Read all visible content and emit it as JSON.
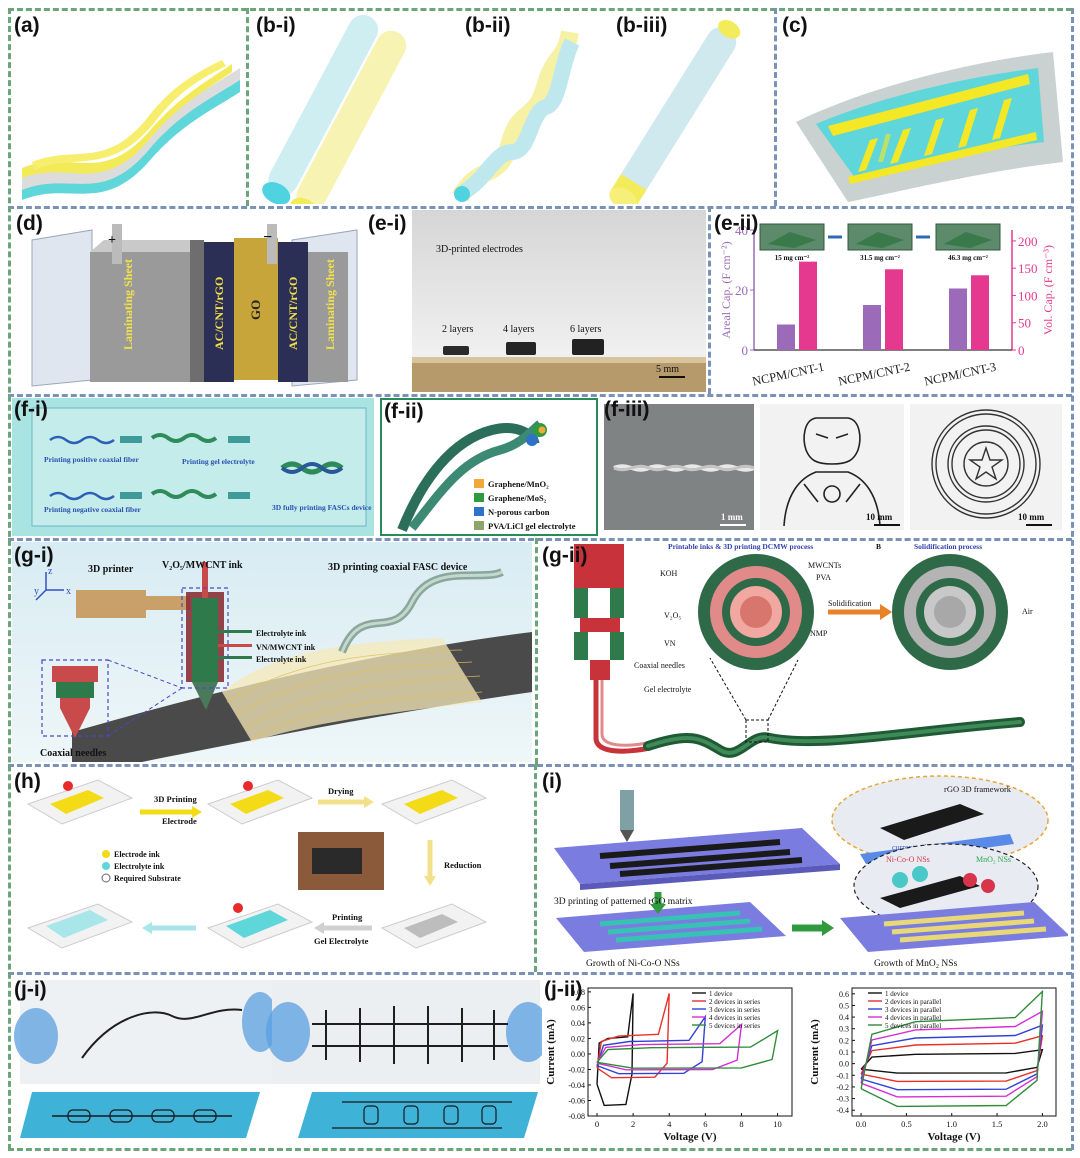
{
  "labels": {
    "a": "(a)",
    "b_i": "(b-i)",
    "b_ii": "(b-ii)",
    "b_iii": "(b-iii)",
    "c": "(c)",
    "d": "(d)",
    "e_i": "(e-i)",
    "e_ii": "(e-ii)",
    "f_i": "(f-i)",
    "f_ii": "(f-ii)",
    "f_iii": "(f-iii)",
    "g_i": "(g-i)",
    "g_ii": "(g-ii)",
    "h": "(h)",
    "i": "(i)",
    "j_i": "(j-i)",
    "j_ii": "(j-ii)"
  },
  "panel_d": {
    "sheet_left": "Laminating Sheet",
    "ac_left": "AC/CNT/rGO",
    "go": "GO",
    "ac_right": "AC/CNT/rGO",
    "sheet_right": "Laminating Sheet",
    "plus": "+",
    "minus": "−"
  },
  "panel_e_i": {
    "title": "3D-printed electrodes",
    "layers": [
      "2 layers",
      "4 layers",
      "6 layers"
    ],
    "scale": "5 mm"
  },
  "panel_f_i": {
    "pos_fiber": "Printing positive coaxial fiber",
    "neg_fiber": "Printing negative coaxial fiber",
    "gel": "Printing  gel electrolyte",
    "device": "3D fully printing FASCs device"
  },
  "panel_f_ii": {
    "legend": [
      "Graphene/MnO₂",
      "Graphene/MoS₂",
      "N-porous carbon",
      "PVA/LiCl gel electrolyte"
    ],
    "legend_colors": [
      "#f2a93b",
      "#2f9a3e",
      "#2f72c9",
      "#8da56a"
    ]
  },
  "panel_f_iii": {
    "scales": [
      "1 mm",
      "10 mm",
      "10 mm"
    ]
  },
  "panel_g_i": {
    "printer": "3D printer",
    "ink": "V₂O₅/MWCNT ink",
    "device": "3D printing coaxial FASC device",
    "electrolyte1": "Electrolyte ink",
    "vn": "VN/MWCNT ink",
    "electrolyte2": "Electrolyte ink",
    "needles": "Coaxial needles",
    "axis_z": "z",
    "axis_y": "y",
    "axis_x": "x"
  },
  "panel_g_ii": {
    "title1": "Printable inks & 3D printing DCMW process",
    "b": "B",
    "title2": "Solidification process",
    "koh": "KOH",
    "mwcnts": "MWCNTs",
    "pva": "PVA",
    "v2o5": "V₂O₅",
    "vn": "VN",
    "needles": "Coaxial needles",
    "gel": "Gel electrolyte",
    "nmp": "NMP",
    "solid": "Solidification",
    "air": "Air"
  },
  "panel_h": {
    "printing": "3D Printing",
    "electrode": "Electrode",
    "drying": "Drying",
    "reduction": "Reduction",
    "printing2": "Printing",
    "gel": "Gel Electrolyte",
    "legend": [
      "Electrode ink",
      "Electrolyte ink",
      "Required Substrate"
    ],
    "legend_colors": [
      "#f3dc17",
      "#5fd6d9",
      "#ffffff"
    ]
  },
  "panel_i": {
    "step1": "3D printing of patterned rGO matrix",
    "framework": "rGO 3D framework",
    "collector": "current collector",
    "nicoo": "Ni-Co-O NSs",
    "mno2": "MnO₂ NSs",
    "step2": "Growth of Ni-Co-O NSs",
    "step3": "Growth of MnO₂ NSs"
  },
  "chart_data": [
    {
      "id": "e-ii",
      "type": "bar",
      "categories": [
        "NCPM/CNT-1",
        "NCPM/CNT-2",
        "NCPM/CNT-3"
      ],
      "insets": [
        "15 mg cm⁻²",
        "31.5 mg cm⁻²",
        "46.3 mg cm⁻²"
      ],
      "series": [
        {
          "name": "Areal Cap.",
          "axis": "left",
          "values": [
            8.5,
            15,
            20.5
          ],
          "color": "#9b6ab8"
        },
        {
          "name": "Vol. Cap.",
          "axis": "right",
          "values": [
            162,
            148,
            137
          ],
          "color": "#e4398e"
        }
      ],
      "ylabel_left": "Areal Cap. (F cm⁻²)",
      "ylim_left": [
        0,
        40
      ],
      "yticks_left": [
        0,
        20,
        40
      ],
      "ylabel_right": "Vol. Cap. (F cm⁻³)",
      "ylim_right": [
        0,
        220
      ],
      "yticks_right": [
        0,
        50,
        100,
        150,
        200
      ],
      "xlabel": ""
    },
    {
      "id": "j-ii-a",
      "type": "line",
      "xlabel": "Voltage (V)",
      "ylabel": "Current (mA)",
      "xlim": [
        -0.5,
        10.8
      ],
      "ylim": [
        -0.08,
        0.085
      ],
      "xticks": [
        0,
        2,
        4,
        6,
        8,
        10
      ],
      "yticks": [
        -0.08,
        -0.06,
        -0.04,
        -0.02,
        0.0,
        0.02,
        0.04,
        0.06,
        0.08
      ],
      "series": [
        {
          "name": "1 device",
          "vmax": 2,
          "top": 0.02,
          "bot": -0.065,
          "peak": 0.078,
          "color": "#111111"
        },
        {
          "name": "2 devices in series",
          "vmax": 4,
          "top": 0.023,
          "bot": -0.03,
          "peak": 0.078,
          "color": "#e8302a"
        },
        {
          "name": "3 devices in series",
          "vmax": 6,
          "top": 0.016,
          "bot": -0.025,
          "peak": 0.048,
          "color": "#3042d6"
        },
        {
          "name": "4 devices in series",
          "vmax": 8,
          "top": 0.012,
          "bot": -0.02,
          "peak": 0.038,
          "color": "#d42ed4"
        },
        {
          "name": "5 devices in series",
          "vmax": 10,
          "top": 0.008,
          "bot": -0.018,
          "peak": 0.03,
          "color": "#2f8c3a"
        }
      ]
    },
    {
      "id": "j-ii-b",
      "type": "line",
      "xlabel": "Voltage (V)",
      "ylabel": "Current (mA)",
      "xlim": [
        -0.1,
        2.15
      ],
      "ylim": [
        -0.45,
        0.65
      ],
      "xticks": [
        0.0,
        0.5,
        1.0,
        1.5,
        2.0
      ],
      "yticks": [
        -0.4,
        -0.3,
        -0.2,
        -0.1,
        0.0,
        0.1,
        0.2,
        0.3,
        0.4,
        0.5,
        0.6
      ],
      "series": [
        {
          "name": "1 device",
          "top": 0.08,
          "bot": -0.08,
          "peak": 0.12,
          "color": "#111111"
        },
        {
          "name": "2 devices in parallel",
          "top": 0.16,
          "bot": -0.15,
          "peak": 0.24,
          "color": "#e8302a"
        },
        {
          "name": "3 devices in parallel",
          "top": 0.22,
          "bot": -0.22,
          "peak": 0.33,
          "color": "#3042d6"
        },
        {
          "name": "4 devices in parallel",
          "top": 0.29,
          "bot": -0.28,
          "peak": 0.45,
          "color": "#d42ed4"
        },
        {
          "name": "5 devices in parallel",
          "top": 0.36,
          "bot": -0.36,
          "peak": 0.62,
          "color": "#2f8c3a"
        }
      ]
    }
  ]
}
